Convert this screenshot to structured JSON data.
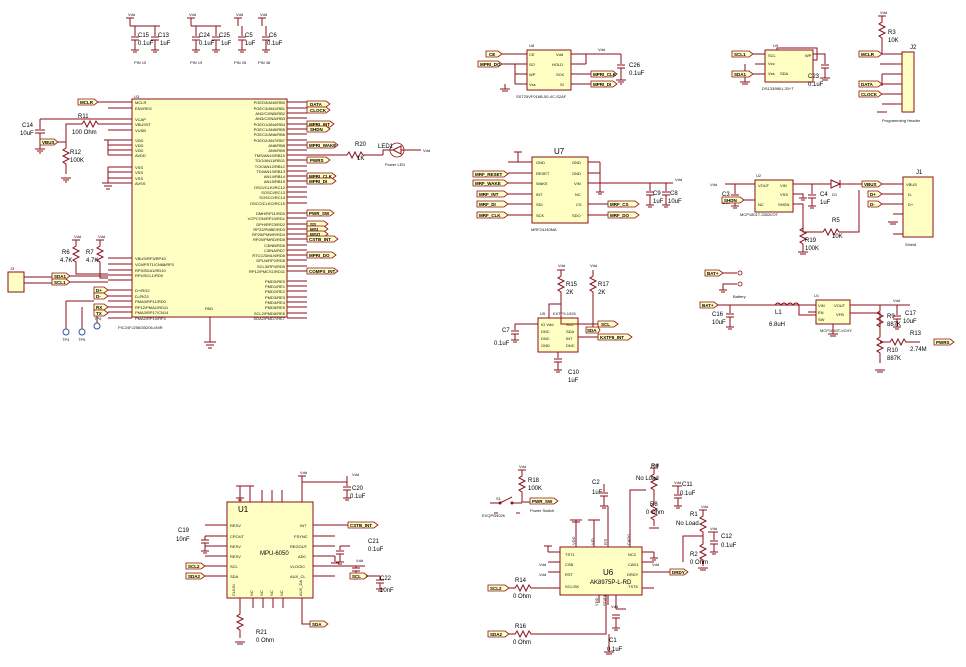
{
  "decoupling": {
    "caps": [
      {
        "ref": "C15",
        "val": "0.1uF"
      },
      {
        "ref": "C13",
        "val": "1uF"
      },
      {
        "ref": "C24",
        "val": "0.1uF"
      },
      {
        "ref": "C25",
        "val": "1uF"
      },
      {
        "ref": "C5",
        "val": "1uF"
      },
      {
        "ref": "C6",
        "val": "0.1uF"
      }
    ],
    "pins": [
      "PIN 10",
      "PIN 19",
      "PIN 26",
      "PIN 38"
    ],
    "vdd": "Vdd"
  },
  "mcu": {
    "ref": "U3",
    "part": "PIC24FJ256GB206-I/MR",
    "c14": {
      "ref": "C14",
      "val": "10uF"
    },
    "r11": {
      "ref": "R11",
      "val": "100 Ohm"
    },
    "r12": {
      "ref": "R12",
      "val": "100K"
    },
    "r6": {
      "ref": "R6",
      "val": "4.7K"
    },
    "r7": {
      "ref": "R7",
      "val": "4.7K"
    },
    "r20": {
      "ref": "R20",
      "val": "1K"
    },
    "led": {
      "ref": "LED1",
      "label": "Power LED"
    },
    "j3": "J3",
    "tps": [
      "TP4",
      "TP5",
      "TP6"
    ],
    "left_nets": [
      "MCLR",
      "VBUS",
      "SDA1",
      "SCL1",
      "D+",
      "D-",
      "RX",
      "TX"
    ],
    "right_nets": [
      "DATA",
      "CLOCK",
      "MPRI_INT",
      "SHDN",
      "MPRI_WAKE",
      "PWRS",
      "MPRI_CLK",
      "MPRI_DI",
      "PWR_SW",
      "SS",
      "MSI",
      "MSO",
      "CSTB_INT",
      "MPRI_DO",
      "COMPS_INT"
    ]
  },
  "flash": {
    "ref": "U8",
    "part": "SST25VF016B-50-4C-S2AF",
    "c26": {
      "ref": "C26",
      "val": "0.1uF"
    },
    "nets_left": [
      "CE",
      "MPRI_DO"
    ],
    "nets_right": [
      "MPRI_CLK",
      "MPRI_DI"
    ],
    "pins_left": [
      "CE",
      "SO",
      "WP",
      "Vss"
    ],
    "pins_right": [
      "Vdd",
      "HOLD",
      "SCK",
      "SI"
    ]
  },
  "rtc": {
    "ref": "U9",
    "part": "DS1339BIU-33+T",
    "c23": {
      "ref": "C23",
      "val": "0.1uF"
    },
    "nets": [
      "SCL1",
      "SDA1"
    ]
  },
  "header": {
    "ref": "J2",
    "label": "Programming Header",
    "r3": {
      "ref": "R3",
      "val": "10K"
    },
    "nets": [
      "MCLR",
      "DATA",
      "CLOCK"
    ]
  },
  "radio": {
    "ref": "U7",
    "part": "MRF24J40MA",
    "c9": {
      "ref": "C9",
      "val": "1uF"
    },
    "c8": {
      "ref": "C8",
      "val": "10uF"
    },
    "nets_left": [
      "MRF_RESET",
      "MRF_WAKE",
      "MRF_INT",
      "MRF_DI",
      "MRF_CLK"
    ],
    "nets_right": [
      "MRF_CS",
      "MRF_DO"
    ],
    "pins_left": [
      "GND",
      "RESET",
      "WAKE",
      "INT",
      "SDI",
      "SCK"
    ],
    "pins_right": [
      "GND",
      "GND",
      "VIN",
      "NC",
      "CS",
      "SDO"
    ]
  },
  "usb": {
    "ref": "J1",
    "label": "Shield",
    "reg": {
      "ref": "U2",
      "part": "MCP1801T-3302I/OT"
    },
    "c3": {
      "ref": "C3",
      "val": "1uF"
    },
    "c4": {
      "ref": "C4",
      "val": "1uF"
    },
    "d1": "D1",
    "r5": {
      "ref": "R5",
      "val": "10K"
    },
    "r19": {
      "ref": "R19",
      "val": "100K"
    },
    "nets": [
      "VBUS",
      "D+",
      "D-",
      "SHDN"
    ],
    "pins": [
      "VBUS",
      "D-",
      "D+"
    ]
  },
  "accel": {
    "ref": "U5",
    "part": "KXTF9-1026",
    "r15": {
      "ref": "R15",
      "val": "2K"
    },
    "r17": {
      "ref": "R17",
      "val": "2K"
    },
    "c7": {
      "ref": "C7",
      "val": "0.1uF"
    },
    "c10": {
      "ref": "C10",
      "val": "1uF"
    },
    "nets": [
      "SCL",
      "SDA",
      "KXTF9_INT"
    ]
  },
  "boost": {
    "ref": "U1",
    "part": "MCP1640T-I/CHY",
    "battery": "Battery",
    "l1": {
      "ref": "L1",
      "val": "6.8uH"
    },
    "c16": {
      "ref": "C16",
      "val": "10uF"
    },
    "c17": {
      "ref": "C17",
      "val": "10uF"
    },
    "r9": {
      "ref": "R9",
      "val": "887K"
    },
    "r10": {
      "ref": "R10",
      "val": "887K"
    },
    "r13": {
      "ref": "R13",
      "val": "2.74M"
    },
    "nets": [
      "BAT+",
      "BAT+",
      "PWRS"
    ],
    "pins": [
      "VIN",
      "EN",
      "SW",
      "VOUT",
      "VFB"
    ]
  },
  "imu": {
    "ref": "U1",
    "part": "MPU-6050",
    "c19": {
      "ref": "C19",
      "val": "10nF"
    },
    "c20": {
      "ref": "C20",
      "val": "0.1uF"
    },
    "c21": {
      "ref": "C21",
      "val": "0.1uF"
    },
    "c22": {
      "ref": "C22",
      "val": "10nF"
    },
    "r21": {
      "ref": "R21",
      "val": "0 Ohm"
    },
    "nets": [
      "SCL2",
      "SDA2",
      "CSTB_INT",
      "SCL",
      "SDA"
    ],
    "pins_left": [
      "RESV",
      "CPOUT",
      "RESV",
      "RESV",
      "SCL",
      "SDA"
    ],
    "pins_right": [
      "INT",
      "FSYNC",
      "REGOUT",
      "AD0",
      "VLOGIC",
      "AUX_CL"
    ],
    "pins_bottom": [
      "CLKIN",
      "NC",
      "NC",
      "NC",
      "NC",
      "AUX_DA"
    ]
  },
  "compass": {
    "ref": "U6",
    "part": "AK8975P-L-RD",
    "s1": {
      "ref": "S1",
      "label": "Power Switch",
      "part": "EVQP0N02K"
    },
    "r18": {
      "ref": "R18",
      "val": "100K"
    },
    "c2": {
      "ref": "C2",
      "val": "1uF"
    },
    "c11": {
      "ref": "C11",
      "val": "0.1uF"
    },
    "c12": {
      "ref": "C12",
      "val": "0.1uF"
    },
    "c1": {
      "ref": "C1",
      "val": "0.1uF"
    },
    "r4": {
      "ref": "R4",
      "val": "No Load"
    },
    "r8": {
      "ref": "R8",
      "val": "0 Ohm"
    },
    "r1": {
      "ref": "R1",
      "val": "No Load"
    },
    "r2": {
      "ref": "R2",
      "val": "0 Ohm"
    },
    "r14": {
      "ref": "R14",
      "val": "0 Ohm"
    },
    "r16": {
      "ref": "R16",
      "val": "0 Ohm"
    },
    "nets": [
      "PWR_SW",
      "SCL2",
      "SDA2",
      "DRDY"
    ],
    "pins_left": [
      "TST1",
      "CSB",
      "RST",
      "SCL/SK"
    ],
    "pins_right": [
      "NC2",
      "CAD1",
      "DRDY",
      "TST6"
    ]
  }
}
